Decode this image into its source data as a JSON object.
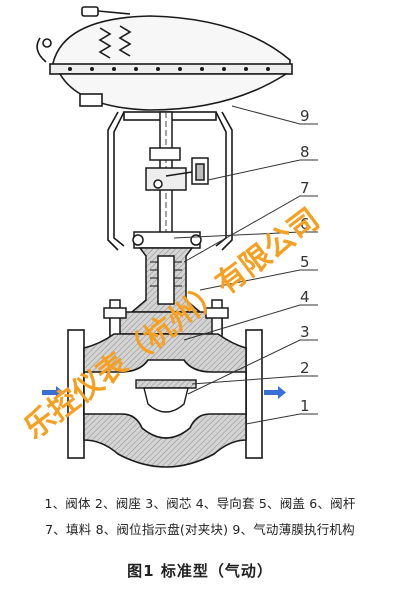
{
  "callouts": [
    "9",
    "8",
    "7",
    "6",
    "5",
    "4",
    "3",
    "2",
    "1"
  ],
  "watermark": "乐控仪表（杭州）有限公司",
  "legend": {
    "line1": "1、阀体 2、阀座 3、阀芯 4、导向套 5、阀盖 6、阀杆",
    "line2": "7、填料 8、阀位指示盘(对夹块) 9、气动薄膜执行机构"
  },
  "figure_title": "图1  标准型（气动）",
  "colors": {
    "line": "#1a1a1a",
    "hatch_fill": "#c9c9c9",
    "arrow": "#3a6fd6",
    "watermark": "#f5a020"
  }
}
